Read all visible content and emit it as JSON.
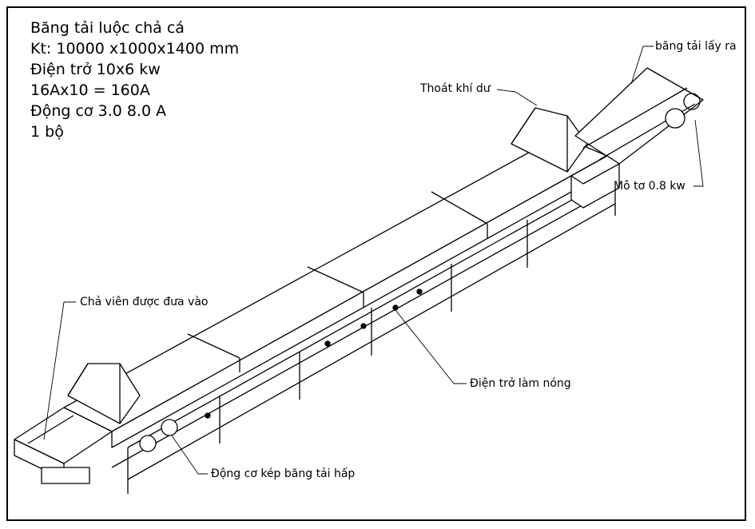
{
  "specs": {
    "title": "Băng tải luộc chả cá",
    "size": "Kt: 10000 x1000x1400 mm",
    "heater": "Điện trở 10x6 kw",
    "current": "16Ax10 = 160A",
    "motor": "Động cơ 3.0   8.0 A",
    "quantity": "1 bộ"
  },
  "callouts": {
    "exhaust": "Thoát khí dư",
    "output_conveyor": "băng tải lấy ra",
    "motor_small": "Mô tơ 0.8 kw",
    "input": "Chả viên được đưa vào",
    "heating_element": "Điện trở làm nóng",
    "double_motor": "Động cơ kép băng tải hấp"
  },
  "colors": {
    "line": "#000000",
    "fill": "#ffffff",
    "shade": "#e6e6e6"
  }
}
